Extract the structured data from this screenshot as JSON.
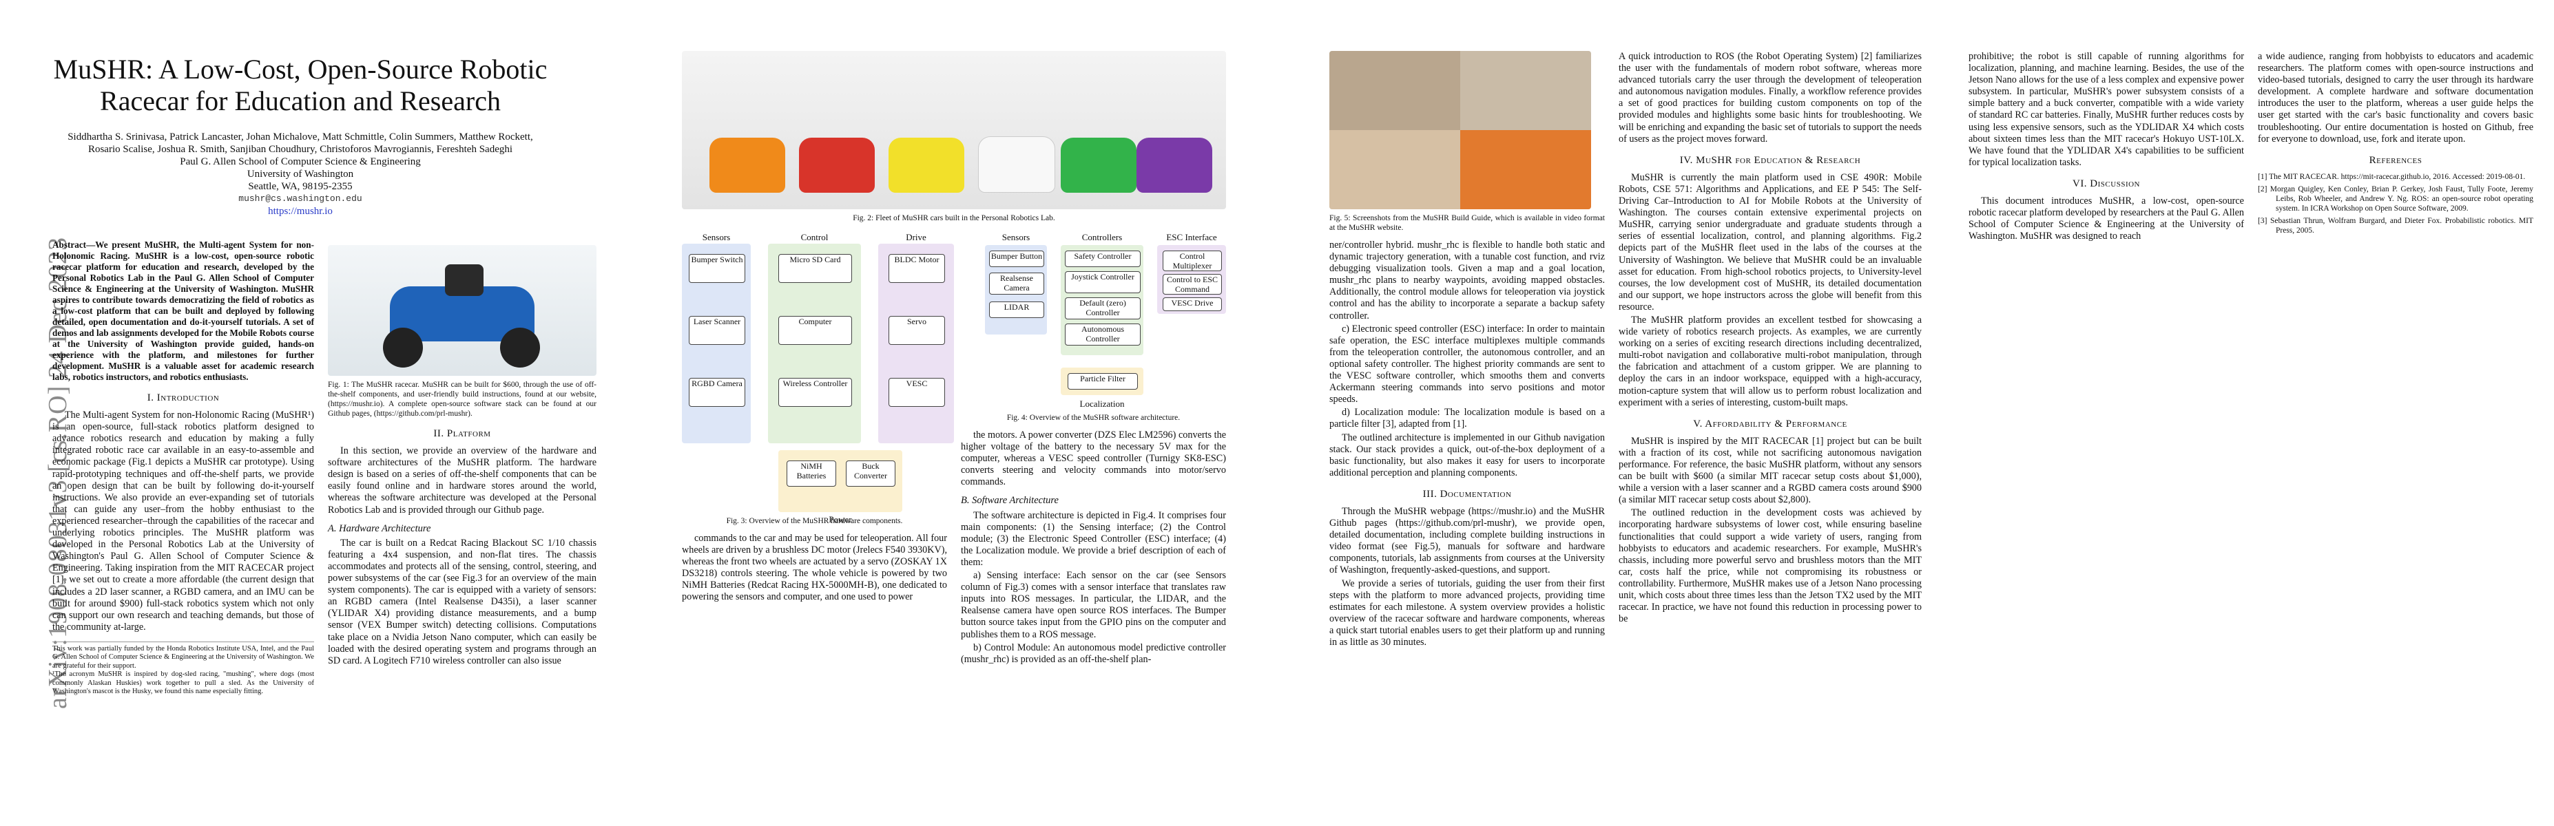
{
  "arxiv_id": "arXiv:1908.08031v3  [cs.RO]  24 Dec 2023",
  "title": "MuSHR: A Low-Cost, Open-Source Robotic Racecar for Education and Research",
  "authors": "Siddhartha S. Srinivasa, Patrick Lancaster, Johan Michalove, Matt Schmittle, Colin Summers, Matthew Rockett, Rosario Scalise, Joshua R. Smith, Sanjiban Choudhury, Christoforos Mavrogiannis, Fereshteh Sadeghi",
  "affiliation": "Paul G. Allen School of Computer Science & Engineering",
  "university": "University of Washington",
  "address": "Seattle, WA, 98195-2355",
  "email": "mushr@cs.washington.edu",
  "url": "https://mushr.io",
  "abstract": "Abstract—We present MuSHR, the Multi-agent System for non-Holonomic Racing. MuSHR is a low-cost, open-source robotic racecar platform for education and research, developed by the Personal Robotics Lab in the Paul G. Allen School of Computer Science & Engineering at the University of Washington. MuSHR aspires to contribute towards democratizing the field of robotics as a low-cost platform that can be built and deployed by following detailed, open documentation and do-it-yourself tutorials. A set of demos and lab assignments developed for the Mobile Robots course at the University of Washington provide guided, hands-on experience with the platform, and milestones for further development. MuSHR is a valuable asset for academic research labs, robotics instructors, and robotics enthusiasts.",
  "fig1_caption": "Fig. 1: The MuSHR racecar. MuSHR can be built for $600, through the use of off-the-shelf components, and user-friendly build instructions, found at our website, (https://mushr.io). A complete open-source software stack can be found at our Github pages, (https://github.com/prl-mushr).",
  "sec1_title": "I. Introduction",
  "sec1_text": "The Multi-agent System for non-Holonomic Racing (MuSHR¹) is an open-source, full-stack robotics platform designed to advance robotics research and education by making a fully integrated robotic race car available in an easy-to-assemble and economic package (Fig.1 depicts a MuSHR car prototype). Using rapid-prototyping techniques and off-the-shelf parts, we provide an open design that can be built by following do-it-yourself instructions. We also provide an ever-expanding set of tutorials that can guide any user–from the hobby enthusiast to the experienced researcher–through the capabilities of the racecar and underlying robotics principles. The MuSHR platform was developed in the Personal Robotics Lab at the University of Washington's Paul G. Allen School of Computer Science & Engineering. Taking inspiration from the MIT RACECAR project [1], we set out to create a more affordable (the current design that includes a 2D laser scanner, a RGBD camera, and an IMU can be built for around $900) full-stack robotics system which not only can support our own research and teaching demands, but those of the community at-large.",
  "sec2_title": "II. Platform",
  "sec2_text": "In this section, we provide an overview of the hardware and software architectures of the MuSHR platform. The hardware design is based on a series of off-the-shelf components that can be easily found online and in hardware stores around the world, whereas the software architecture was developed at the Personal Robotics Lab and is provided through our Github page.",
  "sec2a_title": "A. Hardware Architecture",
  "sec2a_text": "The car is built on a Redcat Racing Blackout SC 1/10 chassis featuring a 4x4 suspension, and non-flat tires. The chassis accommodates and protects all of the sensing, control, steering, and power subsystems of the car (see Fig.3 for an overview of the main system components). The car is equipped with a variety of sensors: an RGBD camera (Intel Realsense D435i), a laser scanner (YLIDAR X4) providing distance measurements, and a bump sensor (VEX Bumper switch) detecting collisions. Computations take place on a Nvidia Jetson Nano computer, which can easily be loaded with the desired operating system and programs through an SD card. A Logitech F710 wireless controller can also issue",
  "footnote1": "This work was partially funded by the Honda Robotics Institute USA, Intel, and the Paul G. Allen School of Computer Science & Engineering at the University of Washington. We are grateful for their support.",
  "footnote2": "¹The acronym MuSHR is inspired by dog-sled racing, \"mushing\", where dogs (most commonly Alaskan Huskies) work together to pull a sled. As the University of Washington's mascot is the Husky, we found this name especially fitting.",
  "fig2_caption": "Fig. 2: Fleet of MuSHR cars built in the Personal Robotics Lab.",
  "fig3": {
    "sensors": "Sensors",
    "control": "Control",
    "drive": "Drive",
    "power": "Power",
    "bumper": "Bumper Switch",
    "laser": "Laser Scanner",
    "rgbd": "RGBD Camera",
    "sd": "Micro SD Card",
    "computer": "Computer",
    "wireless": "Wireless Controller",
    "bldc": "BLDC Motor",
    "servo": "Servo",
    "vesc": "VESC",
    "nimh": "NiMH Batteries",
    "buck": "Buck Converter",
    "caption": "Fig. 3: Overview of the MuSHR hardware components."
  },
  "fig4": {
    "sensors": "Sensors",
    "controllers": "Controllers",
    "esc": "ESC Interface",
    "localization": "Localization",
    "bumper": "Bumper Button",
    "realsense": "Realsense Camera",
    "lidar": "LIDAR",
    "safety": "Safety Controller",
    "joystick": "Joystick Controller",
    "default": "Default (zero) Controller",
    "autonomous": "Autonomous Controller",
    "mux": "Control Multiplexer",
    "ctrl_esc": "Control to ESC Command",
    "vesc_drive": "VESC Drive",
    "particle": "Particle Filter",
    "caption": "Fig. 4: Overview of the MuSHR software architecture."
  },
  "col2_text1": "commands to the car and may be used for teleoperation. All four wheels are driven by a brushless DC motor (Jrelecs F540 3930KV), whereas the front two wheels are actuated by a servo (ZOSKAY 1X DS3218) controls steering. The whole vehicle is powered by two NiMH Batteries (Redcat Racing HX-5000MH-B), one dedicated to powering the sensors and computer, and one used to power",
  "col2_text2": "the motors. A power converter (DZS Elec LM2596) converts the higher voltage of the battery to the necessary 5V max for the computer, whereas a VESC speed controller (Turnigy SK8-ESC) converts steering and velocity commands into motor/servo commands.",
  "sec2b_title": "B. Software Architecture",
  "sec2b_text": "The software architecture is depicted in Fig.4. It comprises four main components: (1) the Sensing interface; (2) the Control module; (3) the Electronic Speed Controller (ESC) interface; (4) the Localization module. We provide a brief description of each of them:",
  "sec2b_a": "a) Sensing interface: Each sensor on the car (see Sensors column of Fig.3) comes with a sensor interface that translates raw inputs into ROS messages. In particular, the LIDAR, and the Realsense camera have open source ROS interfaces. The Bumper button source takes input from the GPIO pins on the computer and publishes them to a ROS message.",
  "sec2b_b": "b) Control Module: An autonomous model predictive controller (mushr_rhc) is provided as an off-the-shelf plan-",
  "fig5_caption": "Fig. 5: Screenshots from the MuSHR Build Guide, which is available in video format at the MuSHR website.",
  "col3_text1": "ner/controller hybrid. mushr_rhc is flexible to handle both static and dynamic trajectory generation, with a tunable cost function, and rviz debugging visualization tools. Given a map and a goal location, mushr_rhc plans to nearby waypoints, avoiding mapped obstacles. Additionally, the control module allows for teleoperation via joystick control and has the ability to incorporate a separate a backup safety controller.",
  "sec2b_c": "c) Electronic speed controller (ESC) interface: In order to maintain safe operation, the ESC interface multiplexes multiple commands from the teleoperation controller, the autonomous controller, and an optional safety controller. The highest priority commands are sent to the VESC software controller, which smooths them and converts Ackermann steering commands into servo positions and motor speeds.",
  "sec2b_d": "d) Localization module: The localization module is based on a particle filter [3], adapted from [1].",
  "col3_text2": "The outlined architecture is implemented in our Github navigation stack. Our stack provides a quick, out-of-the-box deployment of a basic functionality, but also makes it easy for users to incorporate additional perception and planning components.",
  "sec3_title": "III. Documentation",
  "sec3_text1": "Through the MuSHR webpage (https://mushr.io) and the MuSHR Github pages (https://github.com/prl-mushr), we provide open, detailed documentation, including complete building instructions in video format (see Fig.5), manuals for software and hardware components, tutorials, lab assignments from courses at the University of Washington, frequently-asked-questions, and support.",
  "sec3_text2": "We provide a series of tutorials, guiding the user from their first steps with the platform to more advanced projects, providing time estimates for each milestone. A system overview provides a holistic overview of the racecar software and hardware components, whereas a quick start tutorial enables users to get their platform up and running in as little as 30 minutes.",
  "col3b_text1": "A quick introduction to ROS (the Robot Operating System) [2] familiarizes the user with the fundamentals of modern robot software, whereas more advanced tutorials carry the user through the development of teleoperation and autonomous navigation modules. Finally, a workflow reference provides a set of good practices for building custom components on top of the provided modules and highlights some basic hints for troubleshooting. We will be enriching and expanding the basic set of tutorials to support the needs of users as the project moves forward.",
  "sec4_title": "IV. MuSHR for Education & Research",
  "sec4_text1": "MuSHR is currently the main platform used in CSE 490R: Mobile Robots, CSE 571: Algorithms and Applications, and EE P 545: The Self-Driving Car–Introduction to AI for Mobile Robots at the University of Washington. The courses contain extensive experimental projects on MuSHR, carrying senior undergraduate and graduate students through a series of essential localization, control, and planning algorithms. Fig.2 depicts part of the MuSHR fleet used in the labs of the courses at the University of Washington. We believe that MuSHR could be an invaluable asset for education. From high-school robotics projects, to University-level courses, the low development cost of MuSHR, its detailed documentation and our support, we hope instructors across the globe will benefit from this resource.",
  "sec4_text2": "The MuSHR platform provides an excellent testbed for showcasing a wide variety of robotics research projects. As examples, we are currently working on a series of exciting research directions including decentralized, multi-robot navigation and collaborative multi-robot manipulation, through the fabrication and attachment of a custom gripper. We are planning to deploy the cars in an indoor workspace, equipped with a high-accuracy, motion-capture system that will allow us to perform robust localization and experiment with a series of interesting, custom-built maps.",
  "sec5_title": "V. Affordability & Performance",
  "sec5_text1": "MuSHR is inspired by the MIT RACECAR [1] project but can be built with a fraction of its cost, while not sacrificing autonomous navigation performance. For reference, the basic MuSHR platform, without any sensors can be built with $600 (a similar MIT racecar setup costs about $1,000), while a version with a laser scanner and a RGBD camera costs around $900 (a similar MIT racecar setup costs about $2,800).",
  "sec5_text2": "The outlined reduction in the development costs was achieved by incorporating hardware subsystems of lower cost, while ensuring baseline functionalities that could support a wide variety of users, ranging from hobbyists to educators and academic researchers. For example, MuSHR's chassis, including more powerful servo and brushless motors than the MIT car, costs half the price, while not compromising its robustness or controllability. Furthermore, MuSHR makes use of a Jetson Nano processing unit, which costs about three times less than the Jetson TX2 used by the MIT racecar. In practice, we have not found this reduction in processing power to be",
  "col4_text1": "prohibitive; the robot is still capable of running algorithms for localization, planning, and machine learning. Besides, the use of the Jetson Nano allows for the use of a less complex and expensive power subsystem. In particular, MuSHR's power subsystem consists of a simple battery and a buck converter, compatible with a wide variety of standard RC car batteries. Finally, MuSHR further reduces costs by using less expensive sensors, such as the YDLIDAR X4 which costs about sixteen times less than the MIT racecar's Hokuyo UST-10LX. We have found that the YDLIDAR X4's capabilities to be sufficient for typical localization tasks.",
  "sec6_title": "VI. Discussion",
  "sec6_text": "This document introduces MuSHR, a low-cost, open-source robotic racecar platform developed by researchers at the Paul G. Allen School of Computer Science & Engineering at the University of Washington. MuSHR was designed to reach",
  "col4b_text": "a wide audience, ranging from hobbyists to educators and academic researchers. The platform comes with open-source instructions and video-based tutorials, designed to carry the user through its hardware development. A complete hardware and software documentation introduces the user to the platform, whereas a user guide helps the user get started with the car's basic functionality and covers basic troubleshooting. Our entire documentation is hosted on Github, free for everyone to download, use, fork and iterate upon.",
  "refs_title": "References",
  "refs": [
    "[1] The MIT RACECAR. https://mit-racecar.github.io, 2016. Accessed: 2019-08-01.",
    "[2] Morgan Quigley, Ken Conley, Brian P. Gerkey, Josh Faust, Tully Foote, Jeremy Leibs, Rob Wheeler, and Andrew Y. Ng. ROS: an open-source robot operating system. In ICRA Workshop on Open Source Software, 2009.",
    "[3] Sebastian Thrun, Wolfram Burgard, and Dieter Fox. Probabilistic robotics. MIT Press, 2005."
  ],
  "colors": {
    "link": "#2a3cc8",
    "sensors_bg": "#dde6f7",
    "control_bg": "#e3f1dc",
    "drive_bg": "#ece1f3",
    "power_bg": "#fbf0cf",
    "car_blue": "#1f63b9"
  }
}
